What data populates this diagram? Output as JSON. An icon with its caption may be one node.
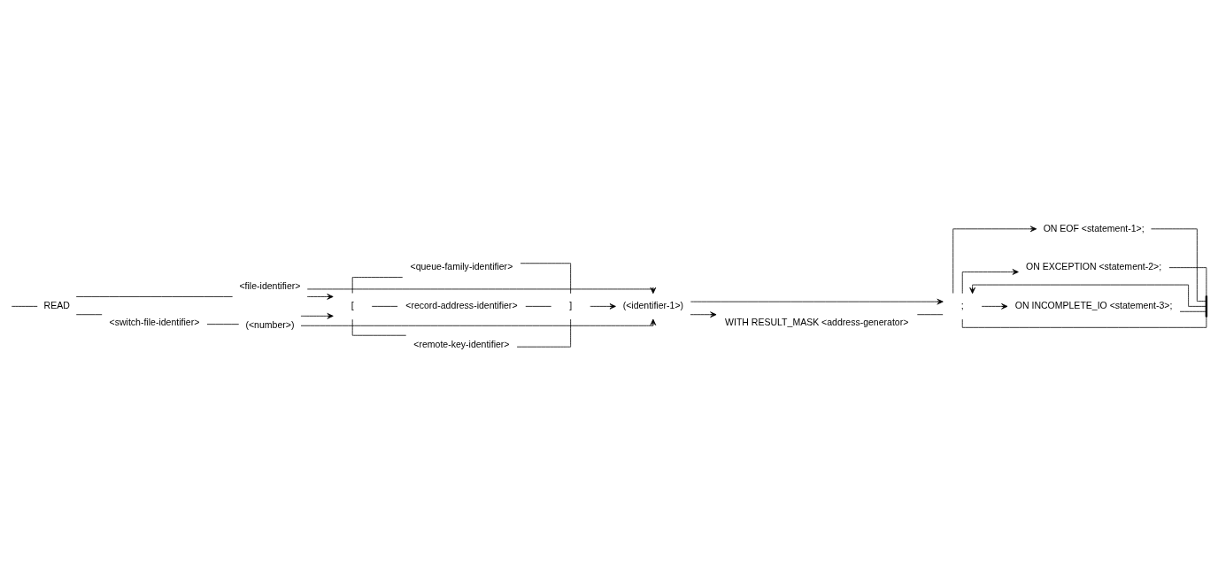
{
  "diagram": {
    "nodes": [
      {
        "text": [
          "READ"
        ]
      },
      {
        "text": [
          "<file-identifier>"
        ]
      },
      {
        "text": [
          "<switch-file-identifier>"
        ]
      },
      {
        "text": [
          "(<number>)"
        ]
      },
      {
        "text": [
          "["
        ]
      },
      {
        "text": [
          "<record-address-identifier>"
        ]
      },
      {
        "text": [
          "<remote-key-identifier>"
        ]
      },
      {
        "text": [
          "<queue-family-identifier>"
        ]
      },
      {
        "text": [
          "]"
        ]
      },
      {
        "text": [
          "(<identifier-1>)"
        ]
      },
      {
        "text": [
          ";"
        ]
      },
      {
        "text": [
          "WITH RESULT_MASK <address-generator>"
        ]
      },
      {
        "text": [
          "ON EOF <statement-1>;"
        ]
      },
      {
        "text": [
          "ON EXCEPTION <statement-2>;"
        ]
      },
      {
        "text": [
          "ON INCOMPLETE_IO <statement-3>;"
        ]
      },
      {
        "text": [],
        "shape": "bar"
      }
    ],
    "edges": [
      {
        "from": null,
        "to": 0,
        "arrow": "none"
      },
      {
        "from": 0,
        "to": 1,
        "arrow": "none"
      },
      {
        "from": 0,
        "to": 2,
        "arrow": "none"
      },
      {
        "from": 2,
        "to": 3,
        "arrow": "none"
      },
      {
        "from": 1,
        "to": 4,
        "arrow": "to"
      },
      {
        "from": 3,
        "to": 4,
        "arrow": "to"
      },
      {
        "from": 1,
        "to": 9,
        "arrow": "to"
      },
      {
        "from": 3,
        "to": 9,
        "arrow": "to"
      },
      {
        "from": 4,
        "to": 5,
        "arrow": "none"
      },
      {
        "from": 4,
        "to": 6,
        "arrow": "none"
      },
      {
        "from": 4,
        "to": 7,
        "arrow": "none"
      },
      {
        "from": 5,
        "to": 8,
        "arrow": "none"
      },
      {
        "from": 6,
        "to": 8,
        "arrow": "none"
      },
      {
        "from": 7,
        "to": 8,
        "arrow": "none"
      },
      {
        "from": 8,
        "to": 9,
        "arrow": "to"
      },
      {
        "from": 9,
        "to": 10,
        "arrow": "to"
      },
      {
        "from": 9,
        "to": 11,
        "arrow": "to"
      },
      {
        "from": 11,
        "to": 10,
        "arrow": "none"
      },
      {
        "from": 10,
        "to": 12,
        "arrow": "to"
      },
      {
        "from": 10,
        "to": 13,
        "arrow": "to"
      },
      {
        "from": 10,
        "to": 14,
        "arrow": "to"
      },
      {
        "from": 10,
        "to": 15,
        "arrow": "none"
      },
      {
        "from": 12,
        "to": 15,
        "arrow": "none"
      },
      {
        "from": 13,
        "to": 15,
        "arrow": "none"
      },
      {
        "from": 14,
        "to": 15,
        "arrow": "none"
      },
      {
        "from": 15,
        "to": 10,
        "arrow": "to"
      }
    ]
  }
}
